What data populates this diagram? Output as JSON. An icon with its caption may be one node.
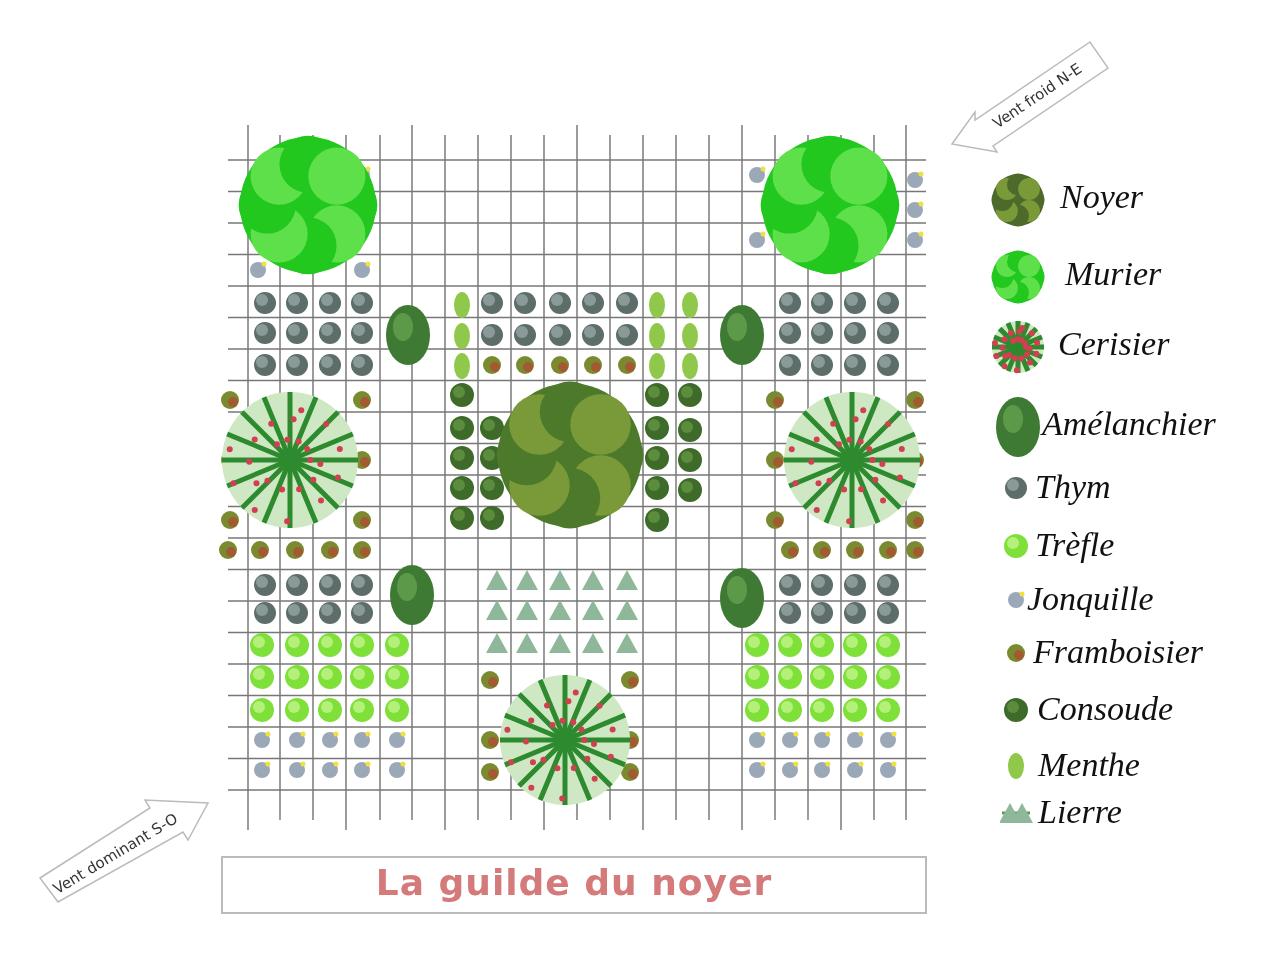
{
  "diagram": {
    "title": "La guilde du noyer",
    "labels": [
      "Vent froid N-E",
      "Vent dominant S-O"
    ],
    "legend": [
      {
        "text": "Noyer"
      },
      {
        "text": "Murier"
      },
      {
        "text": "Cerisier"
      },
      {
        "text": "Amélanchier"
      },
      {
        "text": "Thym"
      },
      {
        "text": "Trèfle"
      },
      {
        "text": "Jonquille"
      },
      {
        "text": "Framboisier"
      },
      {
        "text": "Consoude"
      },
      {
        "text": "Menthe"
      },
      {
        "text": "Lierre"
      }
    ]
  }
}
